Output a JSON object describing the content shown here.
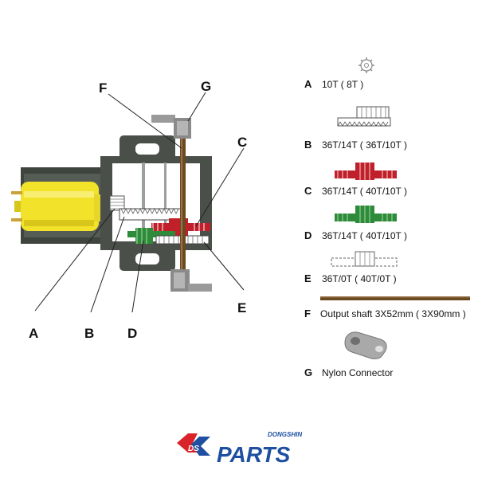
{
  "callouts": {
    "F": "F",
    "G": "G",
    "C": "C",
    "A": "A",
    "B": "B",
    "D": "D",
    "E": "E"
  },
  "parts": [
    {
      "letter": "A",
      "text": "10T ( 8T )"
    },
    {
      "letter": "B",
      "text": "36T/14T ( 36T/10T )"
    },
    {
      "letter": "C",
      "text": "36T/14T ( 40T/10T )"
    },
    {
      "letter": "D",
      "text": "36T/14T ( 40T/10T )"
    },
    {
      "letter": "E",
      "text": "36T/0T ( 40T/0T )"
    },
    {
      "letter": "F",
      "text": "Output shaft 3X52mm ( 3X90mm )"
    },
    {
      "letter": "G",
      "text": "Nylon Connector"
    }
  ],
  "logo": {
    "initials": "DS",
    "brand": "PARTS",
    "maker": "DONGSHIN"
  },
  "colors": {
    "motor_yellow": "#f2e22a",
    "housing_gray": "#4a4f4a",
    "gear_red": "#c0202a",
    "gear_green": "#2e8b3a",
    "shaft_brown": "#6b4a22",
    "logo_red": "#d8232a",
    "logo_blue": "#1e4fa0"
  }
}
